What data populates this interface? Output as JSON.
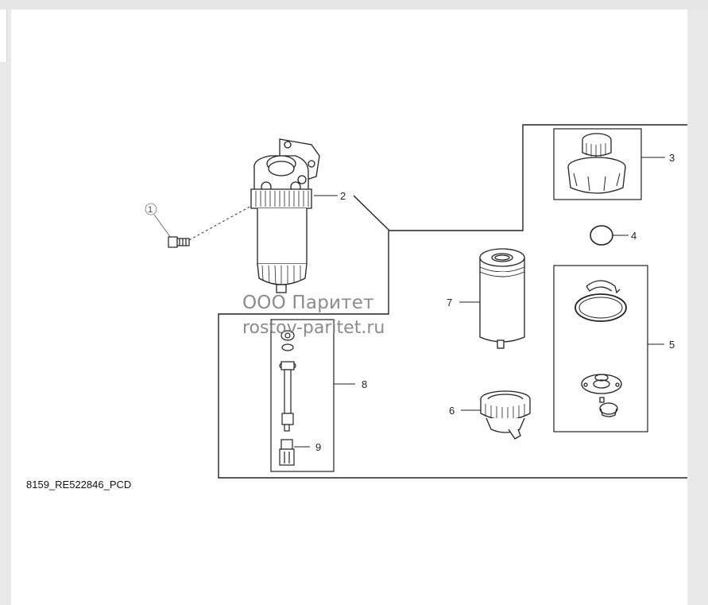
{
  "callouts": [
    "1",
    "2",
    "3",
    "4",
    "5",
    "6",
    "7",
    "8",
    "9"
  ],
  "watermark": {
    "line1": "ООО Паритет",
    "line2": "rostov-paritet.ru"
  },
  "drawing_code": "8159_RE522846_PCD"
}
